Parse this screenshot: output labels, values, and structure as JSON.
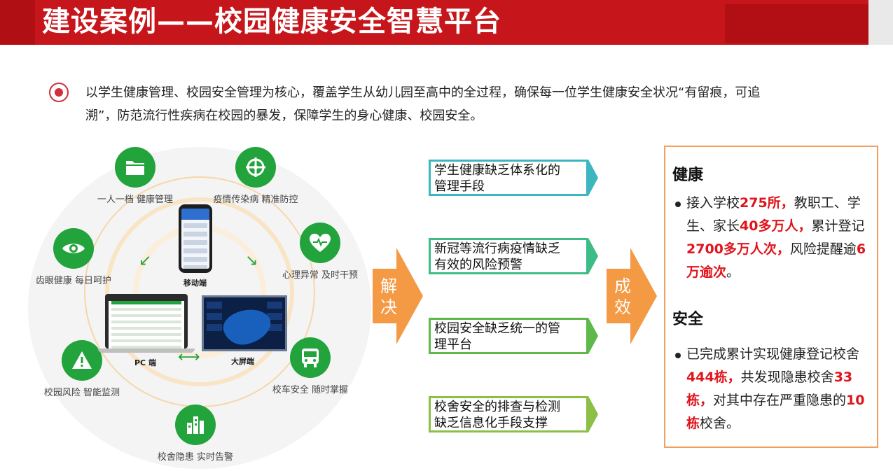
{
  "header": {
    "title": "建设案例——校园健康安全智慧平台"
  },
  "intro": {
    "line1": "以学生健康管理、校园安全管理为核心，覆盖学生从幼儿园至高中的全过程，确保每一位学生健康安全状况“有留痕，可追",
    "line2": "溯”，防范流行性疾病在校园的暴发，保障学生的身心健康、校园安全。"
  },
  "diagram": {
    "nodes": [
      {
        "label": "一人一档 健康管理",
        "icon": "folder-icon"
      },
      {
        "label": "疫情传染病 精准防控",
        "icon": "target-icon"
      },
      {
        "label": "心理异常 及时干预",
        "icon": "heart-pulse-icon"
      },
      {
        "label": "校车安全 随时掌握",
        "icon": "bus-icon"
      },
      {
        "label": "校舍隐患 实时告警",
        "icon": "buildings-icon"
      },
      {
        "label": "校园风险 智能监测",
        "icon": "warning-icon"
      },
      {
        "label": "齿眼健康 每日呵护",
        "icon": "eye-icon"
      }
    ],
    "devices": {
      "mobile": "移动端",
      "pc": "PC 端",
      "bigscreen": "大屏端"
    }
  },
  "problems": [
    {
      "line1": "学生健康缺乏体系化的",
      "line2": "管理手段",
      "color": "#3cb7c0"
    },
    {
      "line1": "新冠等流行病疫情缺乏",
      "line2": "有效的风险预警",
      "color": "#3dbd85"
    },
    {
      "line1": "校园安全缺乏统一的管",
      "line2": "理平台",
      "color": "#5fb84a"
    },
    {
      "line1": "校舍安全的排查与检测",
      "line2": "缺乏信息化手段支撑",
      "color": "#8cbf46"
    }
  ],
  "arrows": {
    "solve": "解决",
    "result": "成效",
    "color": "#f49a45"
  },
  "results": {
    "health": {
      "heading": "健康",
      "parts": [
        "接入学校",
        "275所，",
        "教职工、学生、家长",
        "40多万人，",
        "累计登记",
        "2700多万人次，",
        "风险提醒逾",
        "6万逾次",
        "。"
      ]
    },
    "safety": {
      "heading": "安全",
      "parts": [
        "已完成累计实现健康登记校舍",
        "444栋，",
        "共发现隐患校舍",
        "33栋，",
        "对其中存在严重隐患的",
        "10栋",
        "校舍。"
      ]
    }
  }
}
